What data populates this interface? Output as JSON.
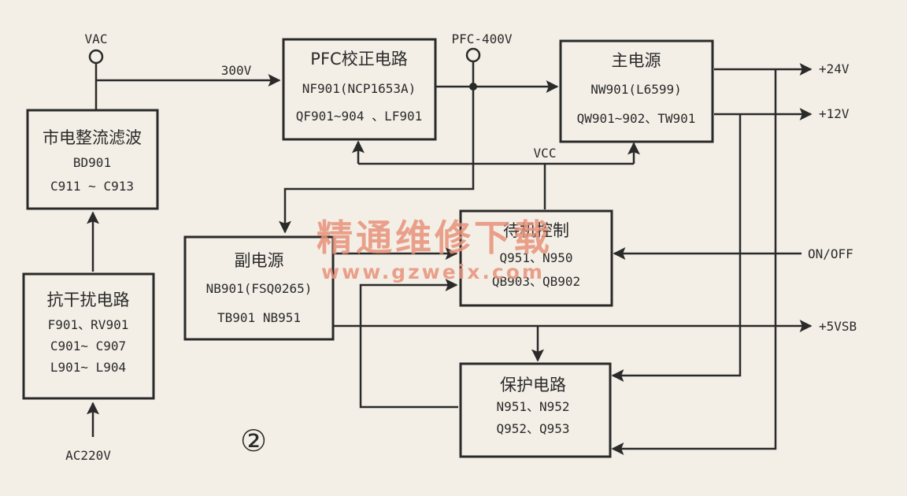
{
  "labels": {
    "vac": "VAC",
    "v300": "300V",
    "pfc_400v": "PFC-400V",
    "vcc": "VCC",
    "ac220v": "AC220V",
    "out_24v": "+24V",
    "out_12v": "+12V",
    "on_off": "ON/OFF",
    "out_5vsb": "+5VSB",
    "figure_number": "②"
  },
  "blocks": {
    "rectifier": {
      "title": "市电整流滤波",
      "line1": "BD901",
      "line2": "C911 ~ C913"
    },
    "emi": {
      "title": "抗干扰电路",
      "line1": "F901、RV901",
      "line2": "C901~ C907",
      "line3": "L901~ L904"
    },
    "pfc": {
      "title": "PFC校正电路",
      "line1": "NF901(NCP1653A)",
      "line2": "QF901~904 、LF901"
    },
    "main_power": {
      "title": "主电源",
      "line1": "NW901(L6599)",
      "line2": "QW901~902、TW901"
    },
    "aux_power": {
      "title": "副电源",
      "line1": "NB901(FSQ0265)",
      "line2": "TB901  NB951"
    },
    "standby": {
      "title": "待机控制",
      "line1": "Q951、N950",
      "line2": "QB903、QB902"
    },
    "protection": {
      "title": "保护电路",
      "line1": "N951、N952",
      "line2": "Q952、Q953"
    }
  },
  "watermark": {
    "line1": "精通维修下载",
    "line2": "www.gzweix.com"
  },
  "colors": {
    "ink": "#2a2a2a",
    "paper": "#f3efe6",
    "watermark": "#e8927a"
  }
}
